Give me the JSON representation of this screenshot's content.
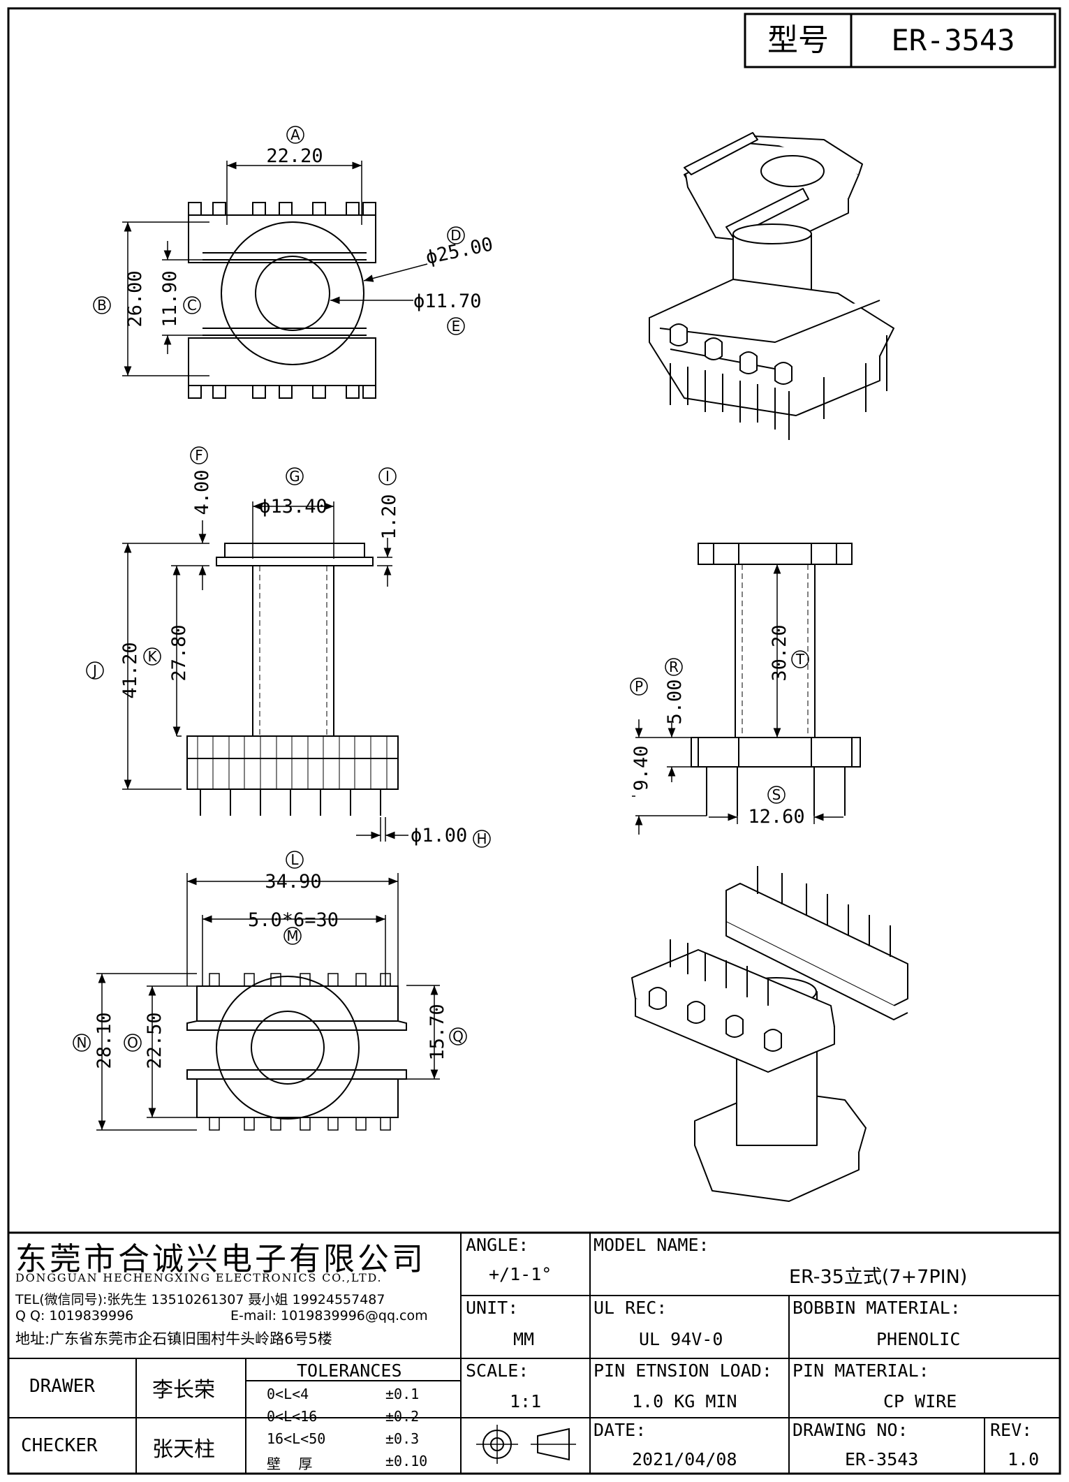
{
  "header": {
    "type_label": "型号",
    "type_value": "ER-3543"
  },
  "top_view": {
    "A": "A",
    "B": "B",
    "C": "C",
    "D": "D",
    "E": "E",
    "dim_a": "22.20",
    "dim_b": "26.00",
    "dim_c": "11.90",
    "dim_d": "ϕ25.00",
    "dim_e": "ϕ11.70"
  },
  "side_view": {
    "F": "F",
    "G": "G",
    "I": "I",
    "J": "J",
    "K": "K",
    "H": "H",
    "dim_f": "4.00",
    "dim_g": "ϕ13.40",
    "dim_i": "1.20",
    "dim_j": "41.20",
    "dim_k": "27.80",
    "dim_h": "ϕ1.00"
  },
  "end_view": {
    "P": "P",
    "R": "R",
    "T": "T",
    "S": "S",
    "dim_t": "30.20",
    "dim_r": "5.00",
    "dim_p": "9.40",
    "dim_s": "12.60"
  },
  "bottom_view": {
    "L": "L",
    "M": "M",
    "N": "N",
    "O": "O",
    "Q": "Q",
    "dim_l": "34.90",
    "dim_m": "5.0*6=30",
    "dim_n": "28.10",
    "dim_o": "22.50",
    "dim_q": "15.70"
  },
  "title_block": {
    "company_cn": "东莞市合诚兴电子有限公司",
    "company_en": "DONGGUAN HECHENGXING ELECTRONICS CO.,LTD.",
    "tel": "TEL(微信同号):张先生 13510261307 聂小姐 19924557487",
    "qq": "Q Q: 1019839996",
    "email": "E-mail: 1019839996@qq.com",
    "address": "地址:广东省东莞市企石镇旧围村牛头岭路6号5楼",
    "angle_label": "ANGLE:",
    "angle_value": "+/1-1°",
    "model_label": "MODEL NAME:",
    "model_value": "ER-35立式(7+7PIN)",
    "unit_label": "UNIT:",
    "unit_value": "MM",
    "ul_label": "UL REC:",
    "ul_value": "UL 94V-0",
    "bobbin_label": "BOBBIN MATERIAL:",
    "bobbin_value": "PHENOLIC",
    "scale_label": "SCALE:",
    "scale_value": "1:1",
    "pin_load_label": "PIN ETNSION LOAD:",
    "pin_load_value": "1.0 KG MIN",
    "pin_mat_label": "PIN MATERIAL:",
    "pin_mat_value": "CP WIRE",
    "date_label": "DATE:",
    "date_value": "2021/04/08",
    "drawing_label": "DRAWING NO:",
    "drawing_value": "ER-3543",
    "rev_label": "REV:",
    "rev_value": "1.0",
    "drawer_label": "DRAWER",
    "drawer_name": "李长荣",
    "checker_label": "CHECKER",
    "checker_name": "张天柱",
    "tolerances_label": "TOLERANCES",
    "tolerances": [
      {
        "range": "0<L<4",
        "value": "±0.1"
      },
      {
        "range": "0<L<16",
        "value": "±0.2"
      },
      {
        "range": "16<L<50",
        "value": "±0.3"
      },
      {
        "range": "壁    厚",
        "value": "±0.10"
      }
    ]
  }
}
